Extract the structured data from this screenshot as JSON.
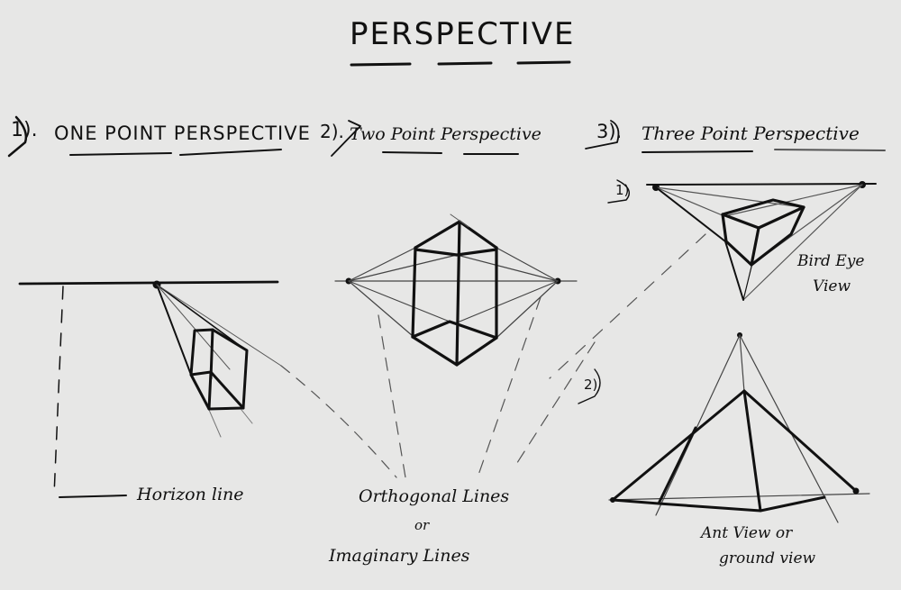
{
  "title": "PERSPECTIVE",
  "sections": [
    {
      "number": "1).",
      "heading": "ONE POINT PERSPECTIVE",
      "labels": [
        "Horizon line"
      ]
    },
    {
      "number": "2).",
      "heading": "Two Point Perspective",
      "labels": [
        "Orthogonal Lines",
        "or",
        "Imaginary Lines"
      ]
    },
    {
      "number": "3).",
      "heading": "Three Point Perspective",
      "labels": [
        "Bird Eye View",
        "Ant View or ground view"
      ]
    }
  ],
  "sub_markers": [
    "1)",
    "2)"
  ],
  "bird_eye": {
    "line1": "Bird Eye",
    "line2": "View"
  },
  "ant_view": {
    "line1": "Ant View or",
    "line2": "ground view"
  },
  "colors": {
    "paper": "#e7e7e6",
    "ink": "#111111",
    "guide": "#555555"
  }
}
